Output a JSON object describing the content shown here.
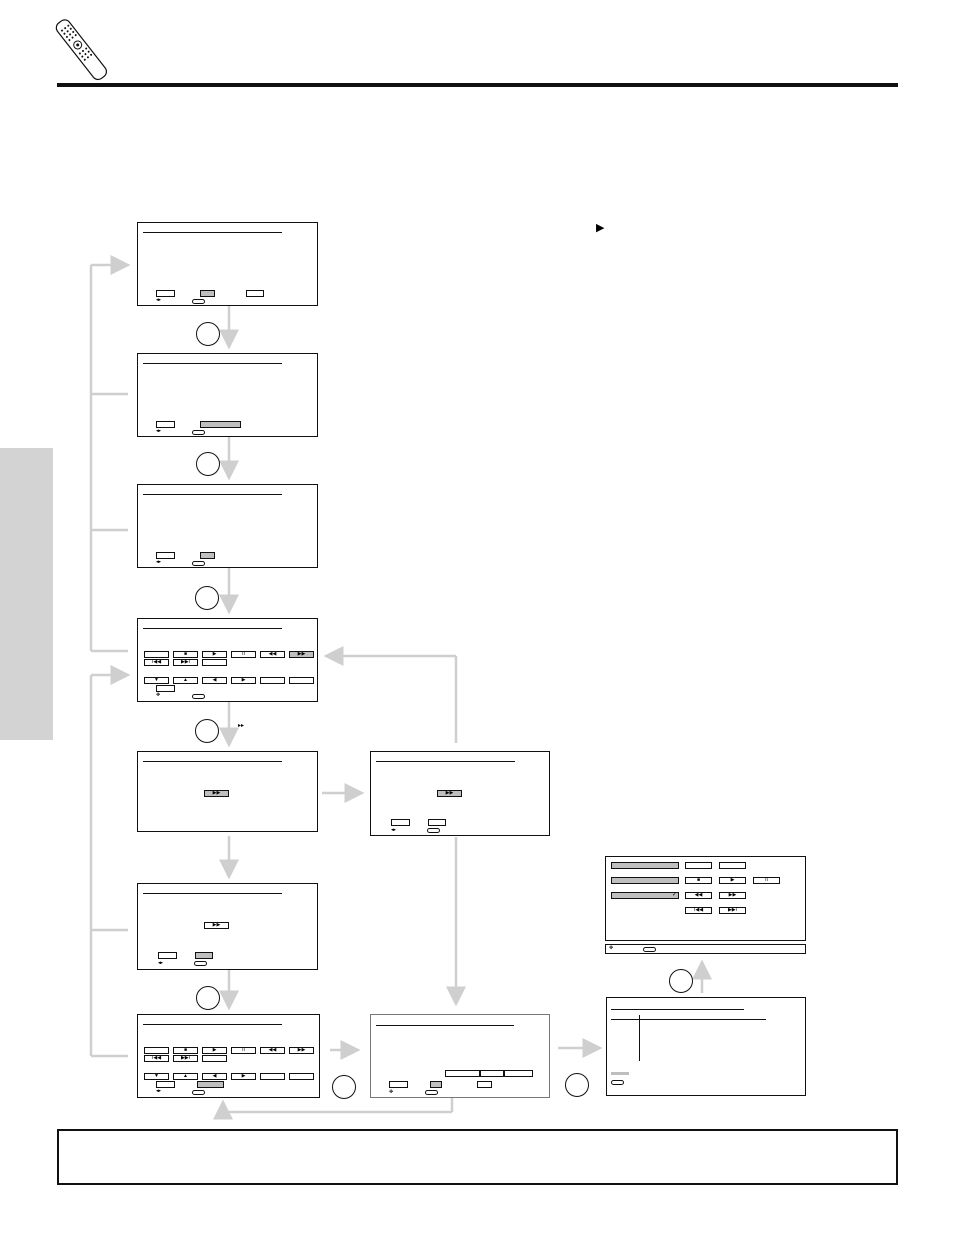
{
  "header": {
    "icon": "remote-control-icon"
  },
  "diagram": {
    "glyphs": {
      "play": "▶",
      "stop": "■",
      "pause": "II",
      "rew": "◀◀",
      "ff": "▶▶",
      "prev": "I◀◀",
      "next": "▶▶I",
      "down": "▼",
      "up": "▲",
      "left": "◀",
      "right": "▶",
      "nav_lr": "◂▸",
      "nav_4way": "✥",
      "bullet": "▶",
      "small_ff": "▸▸",
      "check": "✓"
    }
  },
  "colors": {
    "rule": "#111111",
    "sidetab": "#d3d3d3",
    "arrow": "#cfcfcf",
    "selected": "#bfbfbf"
  }
}
